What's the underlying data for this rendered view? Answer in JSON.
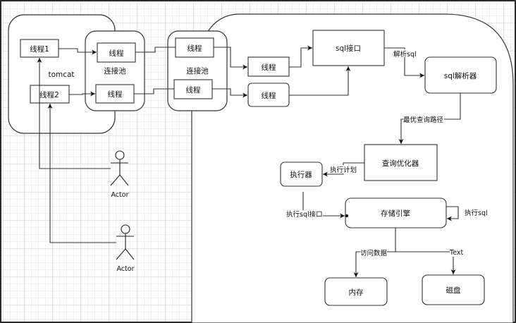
{
  "diagram": {
    "title": "MySQL 查询执行流程",
    "containers": {
      "tomcat": {
        "label": "tomcat"
      },
      "server": {
        "label": ""
      },
      "pool_1": {
        "label": "连接池"
      },
      "pool_2": {
        "label": "连接池"
      }
    },
    "nodes": {
      "tomcat_thread_1": "线程1",
      "tomcat_thread_2": "线程2",
      "pool1_thread_a": "线程",
      "pool1_thread_b": "线程",
      "pool2_thread_a": "线程",
      "pool2_thread_b": "线程",
      "server_thread_a": "线程",
      "server_thread_b": "线程",
      "sql_interface": "sql接口",
      "sql_parser": "sql解析器",
      "query_optimizer": "查询优化器",
      "executor": "执行器",
      "storage_engine": "存储引擎",
      "memory": "内存",
      "disk": "磁盘"
    },
    "actors": [
      {
        "label": "Actor"
      },
      {
        "label": "Actor"
      }
    ],
    "edge_labels": {
      "parse_sql": "解析sql",
      "optimal_path": "最优查询路径",
      "exec_plan": "执行计划",
      "exec_sql_interface": "执行sql接口",
      "exec_sql": "执行sql",
      "access_data": "访问数据",
      "text": "Text"
    },
    "colors": {
      "stroke": "#333333",
      "grid": "#e4e4e4",
      "fill": "#ffffff"
    }
  }
}
